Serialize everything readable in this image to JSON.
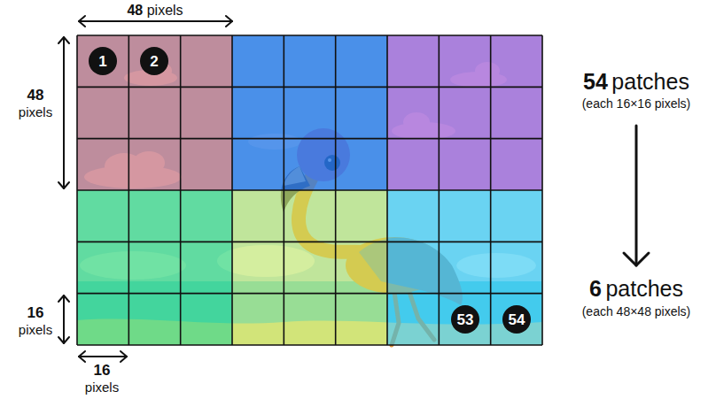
{
  "diagram": {
    "nodes": [
      {
        "text": [
          "1"
        ]
      },
      {
        "text": [
          "2"
        ]
      },
      {
        "text": [
          "53"
        ]
      },
      {
        "text": [
          "54"
        ]
      }
    ],
    "labels": [
      "48",
      "pixels",
      "48",
      "pixels",
      "16",
      "pixels",
      "16",
      "pixels",
      "54",
      "patches",
      "(each 16×16 pixels)",
      "6",
      "patches",
      "(each 48×48 pixels)"
    ]
  }
}
